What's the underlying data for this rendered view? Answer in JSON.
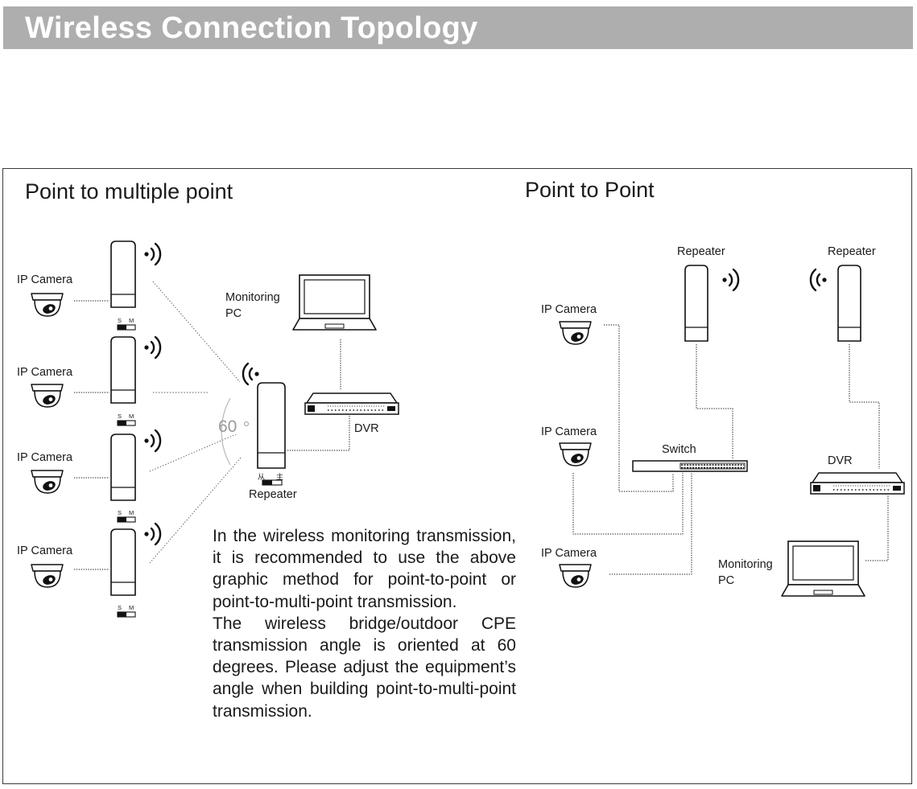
{
  "page": {
    "title": "Wireless Connection Topology"
  },
  "left": {
    "title": "Point to multiple point",
    "camera_label": "IP Camera",
    "switch_slave": "S",
    "switch_master": "M",
    "monitoring_pc": [
      "Monitoring",
      "PC"
    ],
    "dvr": "DVR",
    "angle": "60",
    "repeater": "Repeater",
    "switch_cn_slave": "从",
    "switch_cn_master": "主",
    "description": [
      "In the wireless monitoring transmission, it is recommended to use the above graphic method for point-to-point or point-to-multi-point transmission.",
      "The wireless bridge/outdoor CPE transmission angle is oriented at 60 degrees. Please adjust the equipment’s angle when building point-to-multi-point transmission."
    ]
  },
  "right": {
    "title": "Point to Point",
    "repeater_1": "Repeater",
    "repeater_2": "Repeater",
    "camera_label": "IP Camera",
    "switch": "Switch",
    "dvr": "DVR",
    "monitoring_pc": [
      "Monitoring",
      "PC"
    ]
  },
  "colors": {
    "banner": "#aeaeae",
    "arc": "#b8b8b8"
  },
  "icons": [
    "wifi-signal-icon",
    "ip-camera-icon",
    "cpe-bridge-icon",
    "laptop-icon",
    "dvr-icon",
    "network-switch-icon"
  ]
}
